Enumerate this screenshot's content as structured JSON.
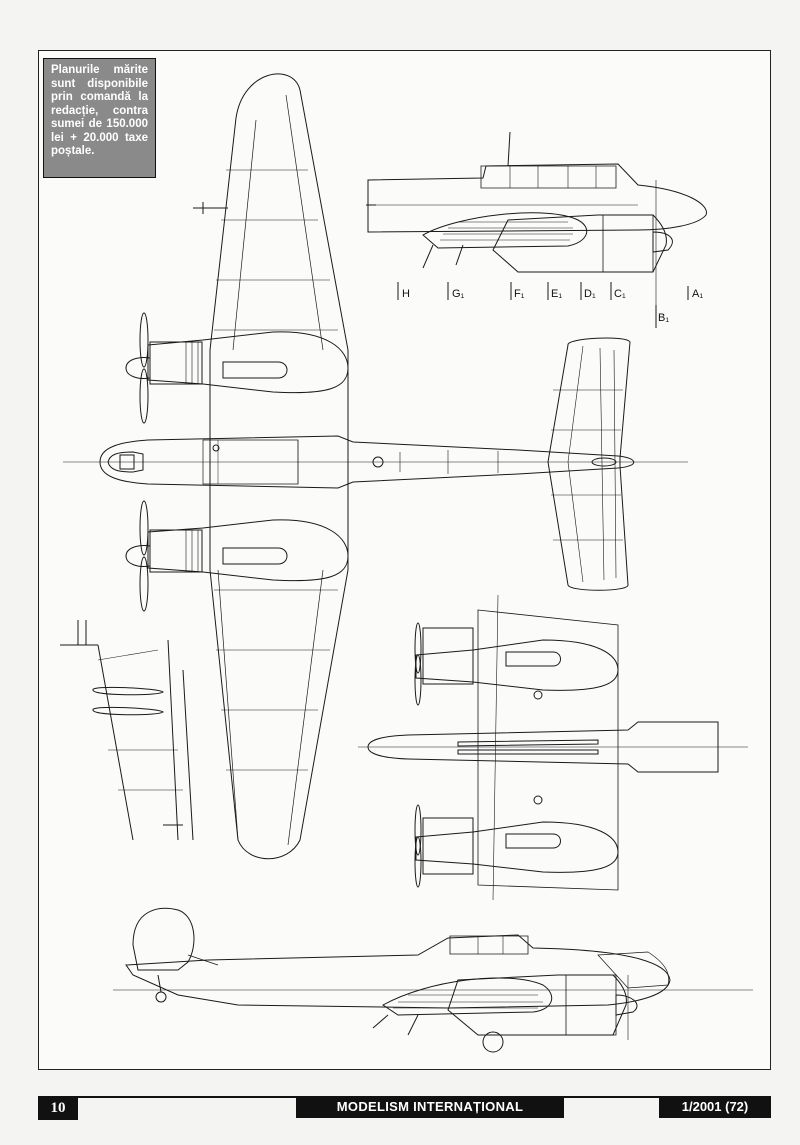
{
  "info_box": {
    "text": "Planurile mărite sunt disponibile prin comandă la redacție, contra sumei de 150.000 lei + 20.000 taxe poștale."
  },
  "section_labels": [
    {
      "id": "h",
      "text": "H"
    },
    {
      "id": "g",
      "text": "G₁"
    },
    {
      "id": "f",
      "text": "F₁"
    },
    {
      "id": "e",
      "text": "E₁"
    },
    {
      "id": "d",
      "text": "D₁"
    },
    {
      "id": "c",
      "text": "C₁"
    },
    {
      "id": "a",
      "text": "A₁"
    },
    {
      "id": "b",
      "text": "B₁"
    }
  ],
  "footer": {
    "page_number": "10",
    "magazine_title": "MODELISM INTERNAȚIONAL",
    "issue": "1/2001 (72)"
  },
  "colors": {
    "ink": "#1a1a1a",
    "info_box_bg": "#8a8a8a",
    "footer_bg": "#111111"
  }
}
